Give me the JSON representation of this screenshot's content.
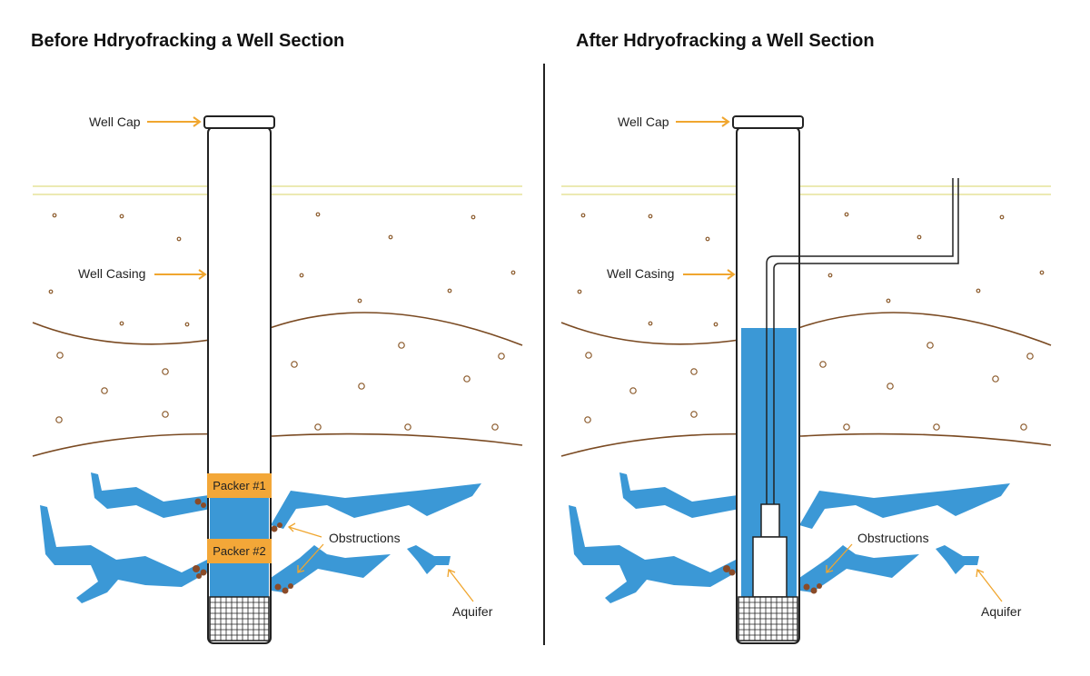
{
  "titles": {
    "left": "Before Hdryofracking a Well Section",
    "right": "After Hdryofracking a Well Section"
  },
  "labels": {
    "well_cap": "Well Cap",
    "well_casing": "Well Casing",
    "packer1": "Packer #1",
    "packer2": "Packer #2",
    "obstructions": "Obstructions",
    "aquifer": "Aquifer"
  },
  "colors": {
    "water": "#3b98d6",
    "arrow": "#f0a62f",
    "packer": "#f3a738",
    "soil_line": "#7a4a22",
    "ground_line": "#e6e39a",
    "outline": "#222222"
  }
}
